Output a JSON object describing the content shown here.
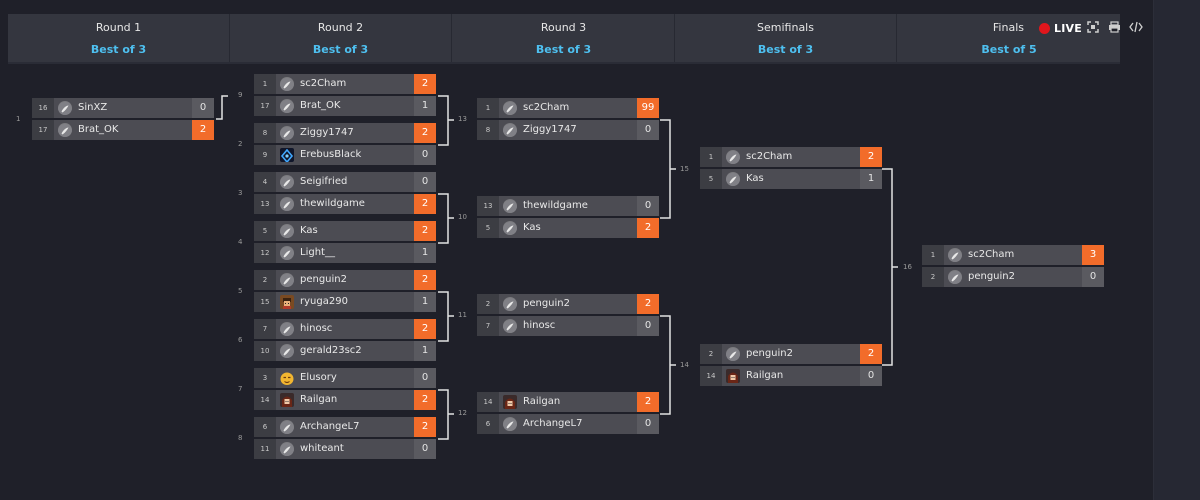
{
  "rounds": [
    {
      "name": "Round 1",
      "best_of": "Best of 3"
    },
    {
      "name": "Round 2",
      "best_of": "Best of 3"
    },
    {
      "name": "Round 3",
      "best_of": "Best of 3"
    },
    {
      "name": "Semifinals",
      "best_of": "Best of 3"
    },
    {
      "name": "Finals",
      "best_of": "Best of 5"
    }
  ],
  "live_label": "LIVE",
  "toolbar": {
    "icons": [
      "live-dot-icon",
      "fullscreen-icon",
      "print-icon",
      "embed-code-icon"
    ]
  },
  "colors": {
    "background": "#1f2029",
    "header": "#34363f",
    "win_score": "#f26c2a",
    "best_of_text": "#4ec0f0",
    "live_dot": "#e0161c"
  },
  "matches": {
    "m1": {
      "number": "1",
      "teams": [
        {
          "seed": "16",
          "name": "SinXZ",
          "score": "0",
          "avatar": "default-avatar-icon"
        },
        {
          "seed": "17",
          "name": "Brat_OK",
          "score": "2",
          "win": true,
          "avatar": "default-avatar-icon"
        }
      ]
    },
    "m9": {
      "number": "9",
      "teams": [
        {
          "seed": "1",
          "name": "sc2Cham",
          "score": "2",
          "win": true,
          "avatar": "default-avatar-icon"
        },
        {
          "seed": "17",
          "name": "Brat_OK",
          "score": "1",
          "avatar": "default-avatar-icon"
        }
      ]
    },
    "m2": {
      "number": "2",
      "teams": [
        {
          "seed": "8",
          "name": "Ziggy1747",
          "score": "2",
          "win": true,
          "avatar": "default-avatar-icon"
        },
        {
          "seed": "9",
          "name": "ErebusBlack",
          "score": "0",
          "avatar": "blue-logo-avatar"
        }
      ]
    },
    "m3": {
      "number": "3",
      "teams": [
        {
          "seed": "4",
          "name": "Seigifried",
          "score": "0",
          "avatar": "default-avatar-icon"
        },
        {
          "seed": "13",
          "name": "thewildgame",
          "score": "2",
          "win": true,
          "avatar": "default-avatar-icon"
        }
      ]
    },
    "m4": {
      "number": "4",
      "teams": [
        {
          "seed": "5",
          "name": "Kas",
          "score": "2",
          "win": true,
          "avatar": "default-avatar-icon"
        },
        {
          "seed": "12",
          "name": "Light__",
          "score": "1",
          "avatar": "default-avatar-icon"
        }
      ]
    },
    "m5": {
      "number": "5",
      "teams": [
        {
          "seed": "2",
          "name": "penguin2",
          "score": "2",
          "win": true,
          "avatar": "default-avatar-icon"
        },
        {
          "seed": "15",
          "name": "ryuga290",
          "score": "1",
          "avatar": "pixel-character-avatar"
        }
      ]
    },
    "m6": {
      "number": "6",
      "teams": [
        {
          "seed": "7",
          "name": "hinosc",
          "score": "2",
          "win": true,
          "avatar": "default-avatar-icon"
        },
        {
          "seed": "10",
          "name": "gerald23sc2",
          "score": "1",
          "avatar": "default-avatar-icon"
        }
      ]
    },
    "m7": {
      "number": "7",
      "teams": [
        {
          "seed": "3",
          "name": "Elusory",
          "score": "0",
          "avatar": "emoji-face-avatar"
        },
        {
          "seed": "14",
          "name": "Railgan",
          "score": "2",
          "win": true,
          "avatar": "anime-girl-avatar"
        }
      ]
    },
    "m8": {
      "number": "8",
      "teams": [
        {
          "seed": "6",
          "name": "ArchangeL7",
          "score": "2",
          "win": true,
          "avatar": "default-avatar-icon"
        },
        {
          "seed": "11",
          "name": "whiteant",
          "score": "0",
          "avatar": "default-avatar-icon"
        }
      ]
    },
    "m13": {
      "number": "13",
      "teams": [
        {
          "seed": "1",
          "name": "sc2Cham",
          "score": "99",
          "win": true,
          "avatar": "default-avatar-icon"
        },
        {
          "seed": "8",
          "name": "Ziggy1747",
          "score": "0",
          "avatar": "default-avatar-icon"
        }
      ]
    },
    "m10": {
      "number": "10",
      "teams": [
        {
          "seed": "13",
          "name": "thewildgame",
          "score": "0",
          "avatar": "default-avatar-icon"
        },
        {
          "seed": "5",
          "name": "Kas",
          "score": "2",
          "win": true,
          "avatar": "default-avatar-icon"
        }
      ]
    },
    "m11": {
      "number": "11",
      "teams": [
        {
          "seed": "2",
          "name": "penguin2",
          "score": "2",
          "win": true,
          "avatar": "default-avatar-icon"
        },
        {
          "seed": "7",
          "name": "hinosc",
          "score": "0",
          "avatar": "default-avatar-icon"
        }
      ]
    },
    "m12": {
      "number": "12",
      "teams": [
        {
          "seed": "14",
          "name": "Railgan",
          "score": "2",
          "win": true,
          "avatar": "anime-girl-avatar"
        },
        {
          "seed": "6",
          "name": "ArchangeL7",
          "score": "0",
          "avatar": "default-avatar-icon"
        }
      ]
    },
    "m15": {
      "number": "15",
      "teams": [
        {
          "seed": "1",
          "name": "sc2Cham",
          "score": "2",
          "win": true,
          "avatar": "default-avatar-icon"
        },
        {
          "seed": "5",
          "name": "Kas",
          "score": "1",
          "avatar": "default-avatar-icon"
        }
      ]
    },
    "m14": {
      "number": "14",
      "teams": [
        {
          "seed": "2",
          "name": "penguin2",
          "score": "2",
          "win": true,
          "avatar": "default-avatar-icon"
        },
        {
          "seed": "14",
          "name": "Railgan",
          "score": "0",
          "avatar": "anime-girl-avatar"
        }
      ]
    },
    "m16": {
      "number": "16",
      "teams": [
        {
          "seed": "1",
          "name": "sc2Cham",
          "score": "3",
          "win": true,
          "avatar": "default-avatar-icon"
        },
        {
          "seed": "2",
          "name": "penguin2",
          "score": "0",
          "avatar": "default-avatar-icon"
        }
      ]
    }
  }
}
